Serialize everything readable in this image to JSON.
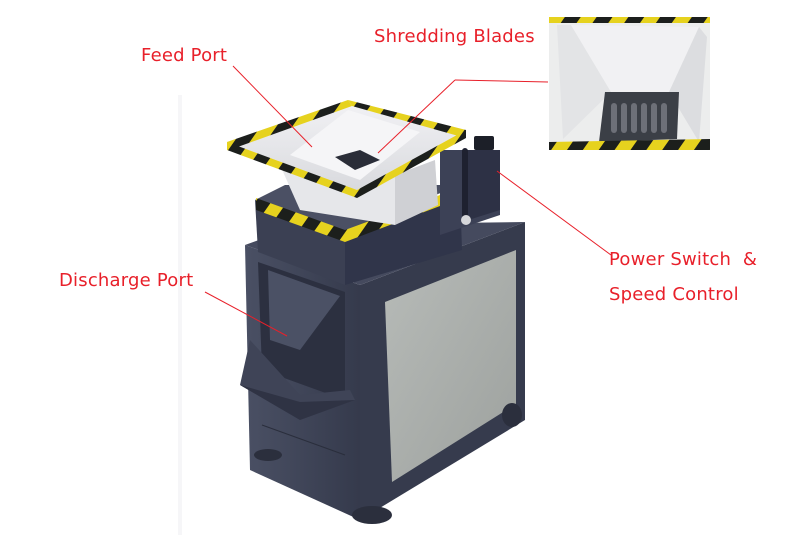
{
  "diagram": {
    "subject": "Double-shaft shredder machine",
    "labels": [
      {
        "id": "feed-port",
        "text": "Feed Port"
      },
      {
        "id": "shredding-blades",
        "text": "Shredding Blades"
      },
      {
        "id": "discharge-port",
        "text": "Discharge Port"
      },
      {
        "id": "power-switch-line1",
        "text": "Power Switch  &"
      },
      {
        "id": "power-switch-line2",
        "text": "Speed Control"
      }
    ],
    "inset": {
      "name": "shredding-blades-closeup"
    },
    "colors": {
      "label_text": "#e8202a",
      "leader_line": "#e8202a",
      "machine_body": "#3d4356",
      "side_panel": "#a9adaa",
      "hazard_yellow": "#e6d21e",
      "hazard_black": "#1c1f1c",
      "hopper_white": "#e8e9ec",
      "background": "#ffffff"
    }
  }
}
